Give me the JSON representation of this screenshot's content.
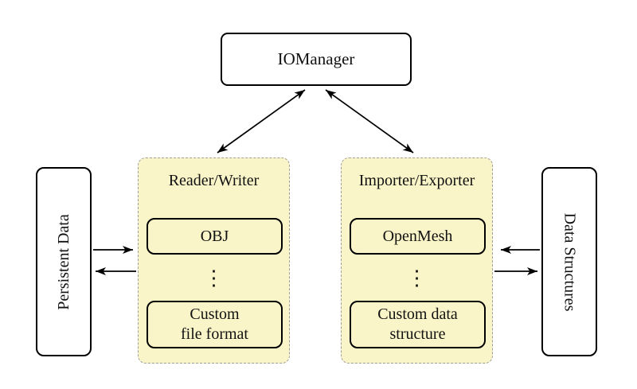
{
  "colors": {
    "background": "#FFFFFF",
    "group_fill": "#FAF5C8",
    "group_border": "#9E9E9E",
    "box_border": "#000000",
    "arrow": "#000000",
    "text": "#111111"
  },
  "nodes": {
    "iomanager": {
      "label": "IOManager"
    },
    "persistent_data": {
      "label": "Persistent Data"
    },
    "data_structures": {
      "label": "Data Structures"
    },
    "reader_writer": {
      "title": "Reader/Writer",
      "items": [
        {
          "label": "OBJ"
        },
        {
          "label": "⋮"
        },
        {
          "label": "Custom\nfile format"
        }
      ]
    },
    "importer_exporter": {
      "title": "Importer/Exporter",
      "items": [
        {
          "label": "OpenMesh"
        },
        {
          "label": "⋮"
        },
        {
          "label": "Custom data\nstructure"
        }
      ]
    }
  },
  "edges": [
    {
      "from": "IOManager",
      "to": "Reader/Writer",
      "direction": "both"
    },
    {
      "from": "IOManager",
      "to": "Importer/Exporter",
      "direction": "both"
    },
    {
      "from": "Persistent Data",
      "to": "Reader/Writer",
      "direction": "to"
    },
    {
      "from": "Reader/Writer",
      "to": "Persistent Data",
      "direction": "to"
    },
    {
      "from": "Data Structures",
      "to": "Importer/Exporter",
      "direction": "to"
    },
    {
      "from": "Importer/Exporter",
      "to": "Data Structures",
      "direction": "to"
    }
  ]
}
